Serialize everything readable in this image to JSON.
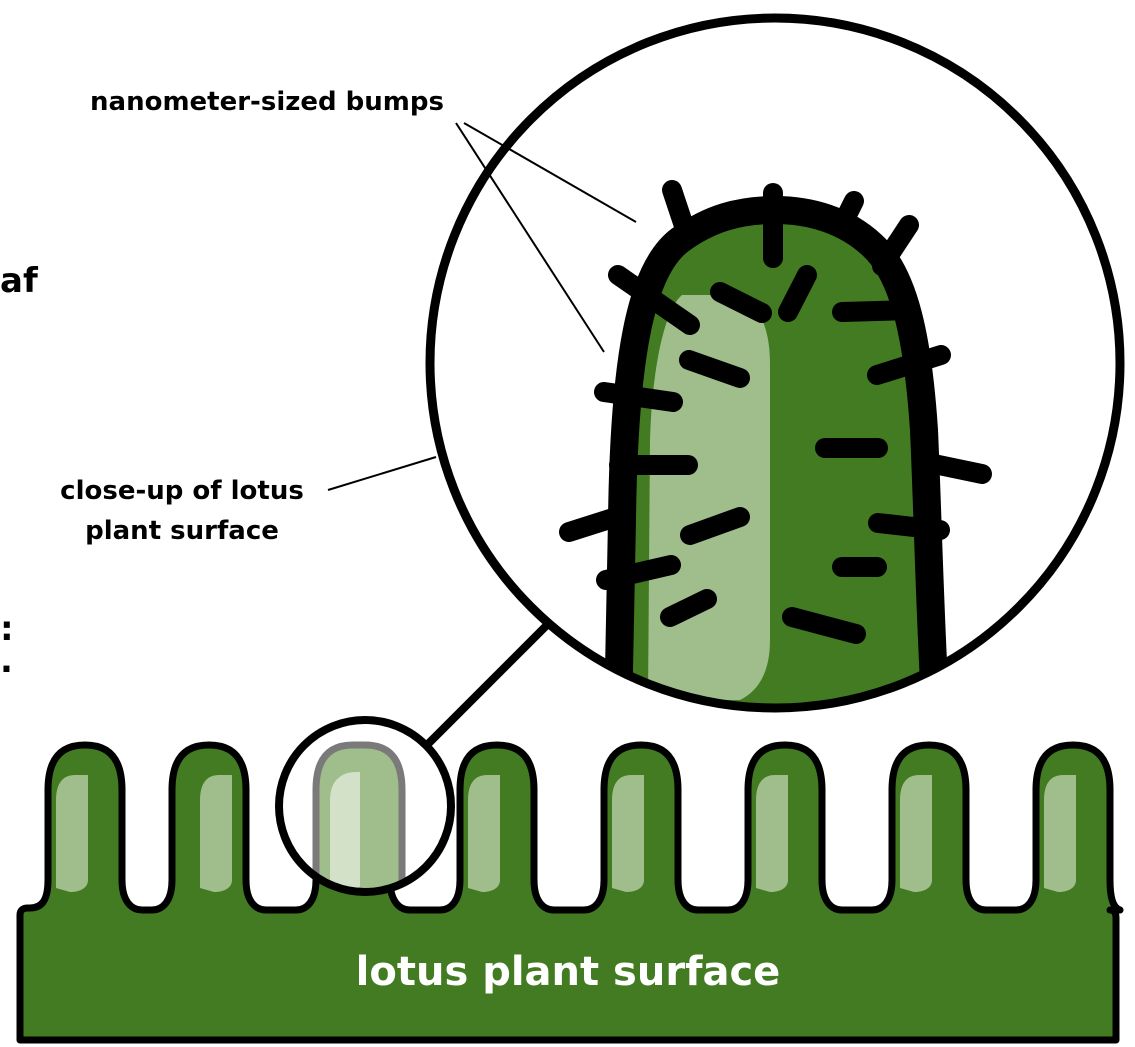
{
  "labels": {
    "bumps": "nanometer-sized bumps",
    "closeup_line1": "close-up of lotus",
    "closeup_line2": "plant surface",
    "surface": "lotus plant surface",
    "cut_off_left_1": "af",
    "cut_off_left_2": ":",
    "cut_off_left_3": "."
  },
  "colors": {
    "dark_green": "#427B21",
    "light_green": "#A0BE8C",
    "outline": "#000000",
    "background": "#FFFFFF",
    "surface_text": "#FFFFFF"
  }
}
